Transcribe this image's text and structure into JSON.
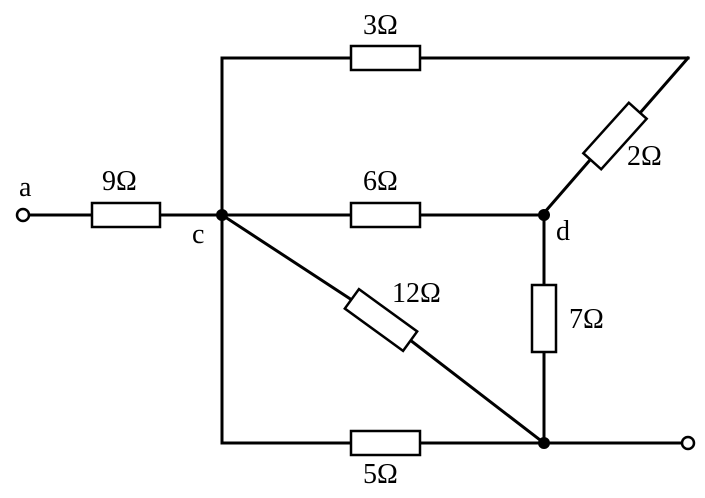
{
  "nodes": {
    "a": "a",
    "c": "c",
    "d": "d"
  },
  "resistors": {
    "r9": "9Ω",
    "r3": "3Ω",
    "r2": "2Ω",
    "r6": "6Ω",
    "r12": "12Ω",
    "r7": "7Ω",
    "r5": "5Ω"
  }
}
